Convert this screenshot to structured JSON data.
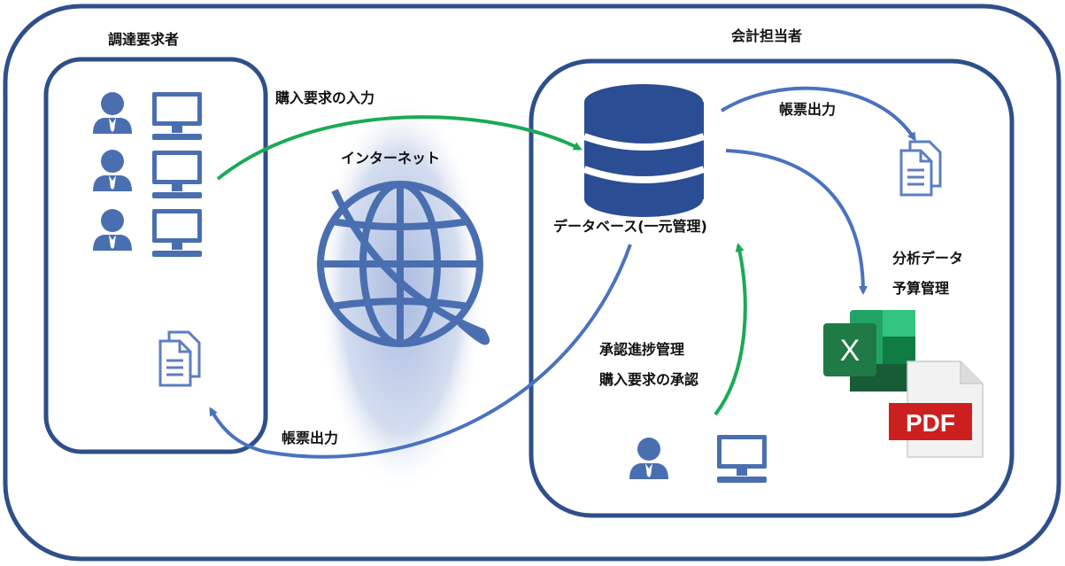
{
  "groups": {
    "requester_title": "調達要求者",
    "accounting_title": "会計担当者"
  },
  "labels": {
    "purchase_request_input": "購入要求の入力",
    "internet": "インターネット",
    "form_output_accounting": "帳票出力",
    "database": "データベース(一元管理)",
    "analysis_line1": "分析データ",
    "analysis_line2": "予算管理",
    "approval_line1": "承認進捗管理",
    "approval_line2": "購入要求の承認",
    "form_output_requester": "帳票出力"
  },
  "icons": {
    "pdf_text": "PDF",
    "excel_letter": "X"
  },
  "colors": {
    "frame": "#2f4f8a",
    "icon_blue": "#4a6fb0",
    "db_blue": "#2a4d94",
    "arrow_green": "#1aaa55",
    "arrow_blue": "#4a72c0",
    "globe_glow": "#c9d6ec",
    "pdf_red": "#cc1f1f",
    "excel_green": "#1f7a45"
  }
}
